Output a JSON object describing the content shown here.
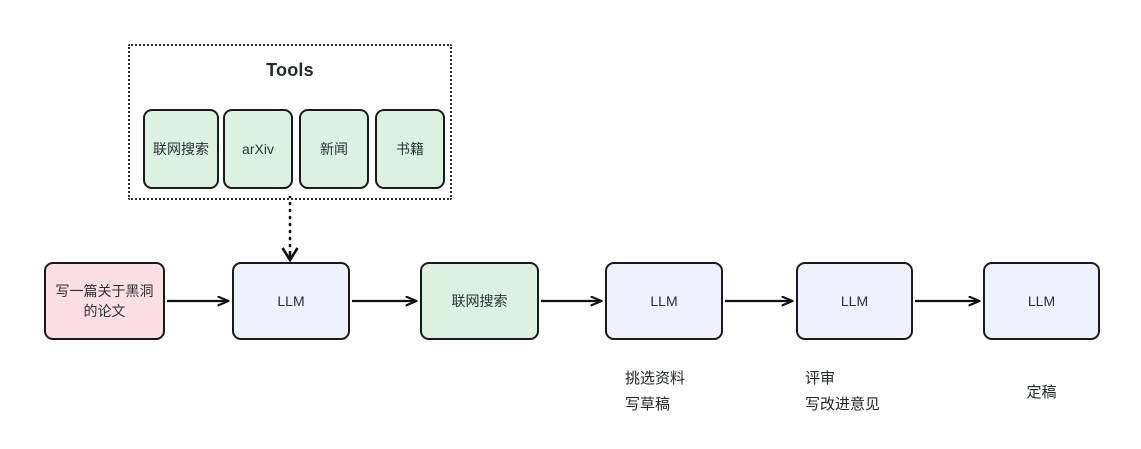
{
  "diagram": {
    "title": "LLM agent workflow with tools",
    "colors": {
      "pink": "#fbdfe3",
      "blue": "#edf2fc",
      "green": "#dcf2e0",
      "stroke": "#1a1a1a",
      "text": "#2b2f38",
      "background": "#ffffff"
    }
  },
  "tools": {
    "title": "Tools",
    "chips": [
      {
        "label": "联网搜索"
      },
      {
        "label": "arXiv"
      },
      {
        "label": "新闻"
      },
      {
        "label": "书籍"
      }
    ]
  },
  "flow": {
    "nodes": [
      {
        "label": "写一篇关于黑洞\n的论文",
        "color": "pink",
        "caption": ""
      },
      {
        "label": "LLM",
        "color": "blue",
        "caption": ""
      },
      {
        "label": "联网搜索",
        "color": "green",
        "caption": ""
      },
      {
        "label": "LLM",
        "color": "blue",
        "caption": "挑选资料\n写草稿"
      },
      {
        "label": "LLM",
        "color": "blue",
        "caption": "评审\n写改进意见"
      },
      {
        "label": "LLM",
        "color": "blue",
        "caption": "定稿"
      }
    ],
    "connectors": [
      {
        "from": "写一篇关于黑洞的论文",
        "to": "LLM",
        "style": "solid-arrow"
      },
      {
        "from": "LLM",
        "to": "联网搜索",
        "style": "solid-arrow"
      },
      {
        "from": "联网搜索",
        "to": "LLM",
        "style": "solid-arrow"
      },
      {
        "from": "LLM",
        "to": "LLM",
        "style": "solid-arrow"
      },
      {
        "from": "LLM",
        "to": "LLM",
        "style": "solid-arrow"
      },
      {
        "from": "Tools",
        "to": "LLM",
        "style": "dotted-arrow"
      }
    ]
  }
}
